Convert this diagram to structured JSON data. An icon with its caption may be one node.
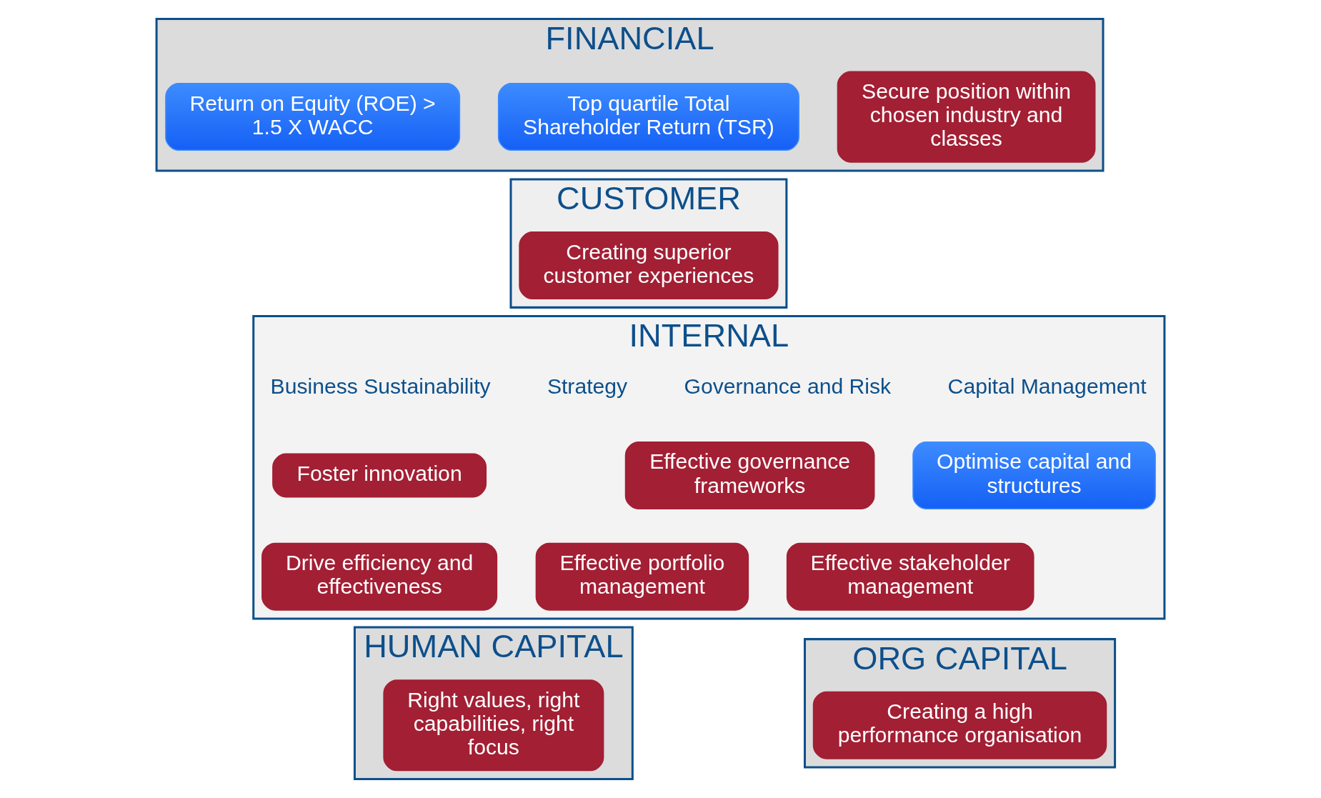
{
  "diagram": {
    "nodes": [
      {
        "text": [
          "FINANCIAL"
        ]
      },
      {
        "text": [
          "Secure position within chosen industry and classes"
        ],
        "in": 0
      },
      {
        "text": [
          "Top quartile Total Shareholder Return (TSR)"
        ],
        "in": 0
      },
      {
        "text": [
          "Return on Equity (ROE) > 1.5 X WACC"
        ],
        "in": 0
      },
      {
        "text": [
          "CUSTOMER"
        ]
      },
      {
        "text": [
          "Creating superior customer experiences"
        ],
        "in": 4
      },
      {
        "text": [
          "INTERNAL"
        ]
      },
      {
        "text": [
          "Effective portfolio management"
        ],
        "in": 6
      },
      {
        "text": [
          "Foster innovation"
        ],
        "in": 6
      },
      {
        "text": [
          "Drive efficiency and effectiveness"
        ],
        "in": 6
      },
      {
        "text": [
          "Optimise capital and structures"
        ],
        "in": 6
      },
      {
        "text": [
          "Effective governance frameworks"
        ],
        "in": 6
      },
      {
        "text": [
          "Effective stakeholder management"
        ],
        "in": 6
      },
      {
        "text": [
          "HUMAN CAPITAL"
        ]
      },
      {
        "text": [
          "Right values, right capabilities, right focus"
        ],
        "in": 13
      },
      {
        "text": [
          "ORG CAPITAL"
        ]
      },
      {
        "text": [
          "Creating a high performance organisation"
        ],
        "in": 15
      }
    ],
    "labels": [
      "Strategy",
      "Business Sustainability",
      "Capital Management",
      "Governance and Risk"
    ]
  }
}
